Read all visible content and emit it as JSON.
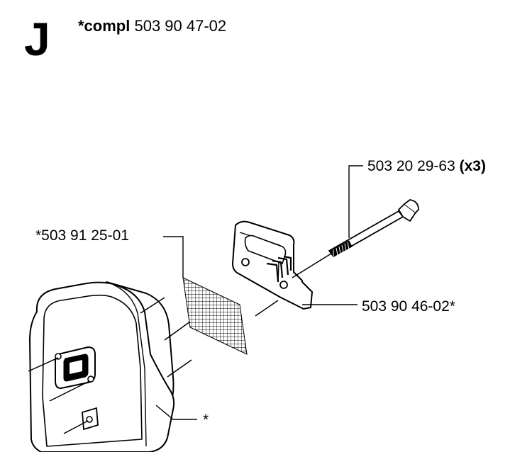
{
  "section": "J",
  "header": {
    "bold": "*compl",
    "number": "503 90 47-02"
  },
  "parts": {
    "bolt": {
      "number": "503 20 29-63",
      "qty": "(x3)"
    },
    "screen": {
      "number": "*503 91 25-01"
    },
    "plate": {
      "number": "503 90 46-02*"
    },
    "muffler": {
      "number": "*"
    }
  }
}
